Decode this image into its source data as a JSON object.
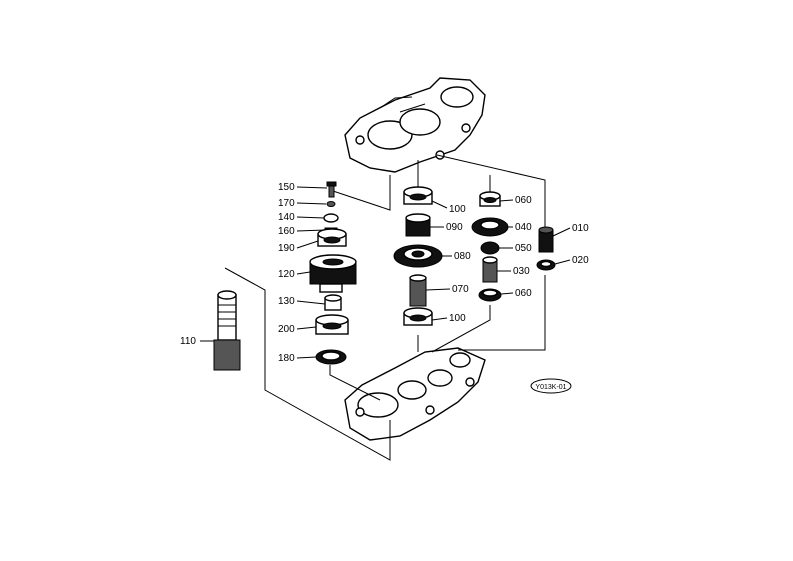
{
  "parts": {
    "p010": "010",
    "p020": "020",
    "p030": "030",
    "p040": "040",
    "p050": "050",
    "p060a": "060",
    "p060b": "060",
    "p070": "070",
    "p080": "080",
    "p090": "090",
    "p100a": "100",
    "p100b": "100",
    "p110": "110",
    "p120": "120",
    "p130": "130",
    "p140": "140",
    "p150": "150",
    "p160": "160",
    "p170": "170",
    "p180": "180",
    "p190": "190",
    "p200": "200"
  },
  "diagram_code": "Y013K-01"
}
